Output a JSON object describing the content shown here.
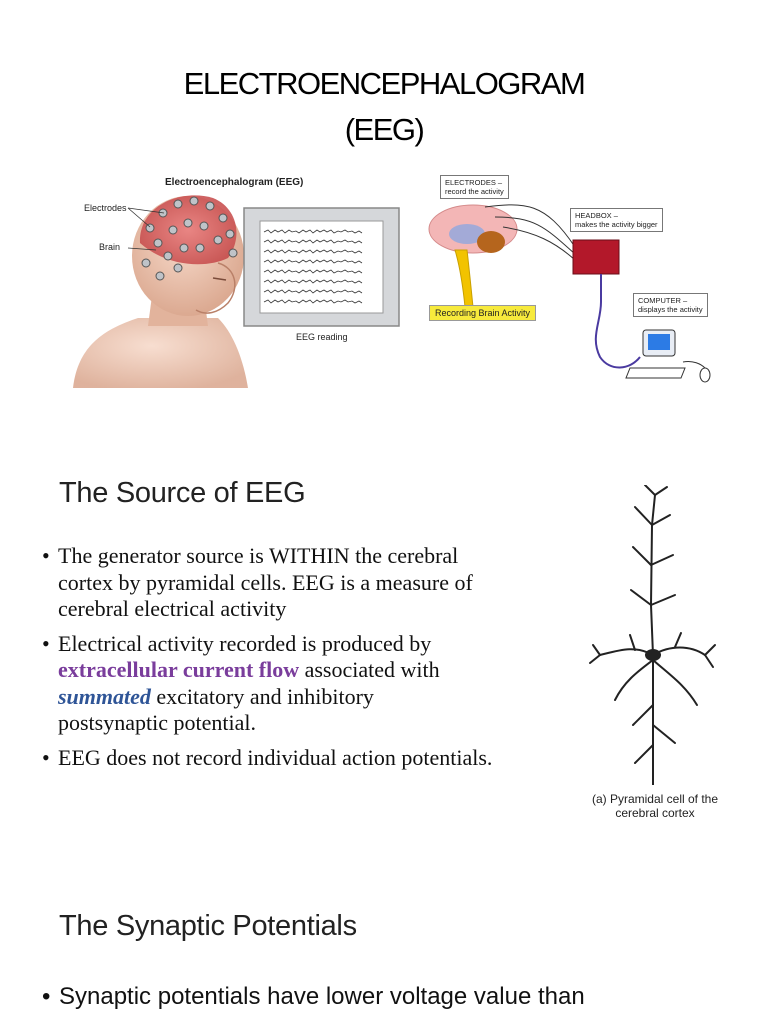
{
  "slide1": {
    "title_line1": "ELECTROENCEPHALOGRAM",
    "title_line2": "(EEG)",
    "eeg_figure": {
      "title": "Electroencephalogram (EEG)",
      "label_electrodes": "Electrodes",
      "label_brain": "Brain",
      "label_reading": "EEG reading"
    },
    "recording_figure": {
      "electrodes_box": [
        "ELECTRODES –",
        "record the activity"
      ],
      "headbox_box": [
        "HEADBOX –",
        "makes the activity bigger"
      ],
      "computer_box": [
        "COMPUTER –",
        "displays the activity"
      ],
      "label": "Recording Brain Activity"
    }
  },
  "slide2": {
    "heading": "The Source of EEG",
    "bullet1_line1": "The generator source is WITHIN the cerebral",
    "bullet1_line2": "cortex by pyramidal cells. EEG is a measure of",
    "bullet1_line3": "cerebral electrical activity",
    "bullet2_line1": "Electrical activity recorded is produced by",
    "bullet2_highlight1": "extracellular current flow",
    "bullet2_line2_rest": " associated with",
    "bullet2_highlight2": "summated",
    "bullet2_line3_rest": " excitatory and inhibitory",
    "bullet2_line4": "postsynaptic potential.",
    "bullet3": "EEG does not record individual action potentials.",
    "pyramidal_caption_line1": "(a) Pyramidal cell of the",
    "pyramidal_caption_line2": "cerebral cortex"
  },
  "slide3": {
    "heading": "The Synaptic Potentials",
    "bullet1_partial": "Synaptic potentials have lower voltage value than"
  },
  "colors": {
    "highlight_purple": "#7a3d9c",
    "highlight_blue": "#2f5597",
    "headbox_red": "#b3182a",
    "label_yellow": "#f7ea3c"
  }
}
